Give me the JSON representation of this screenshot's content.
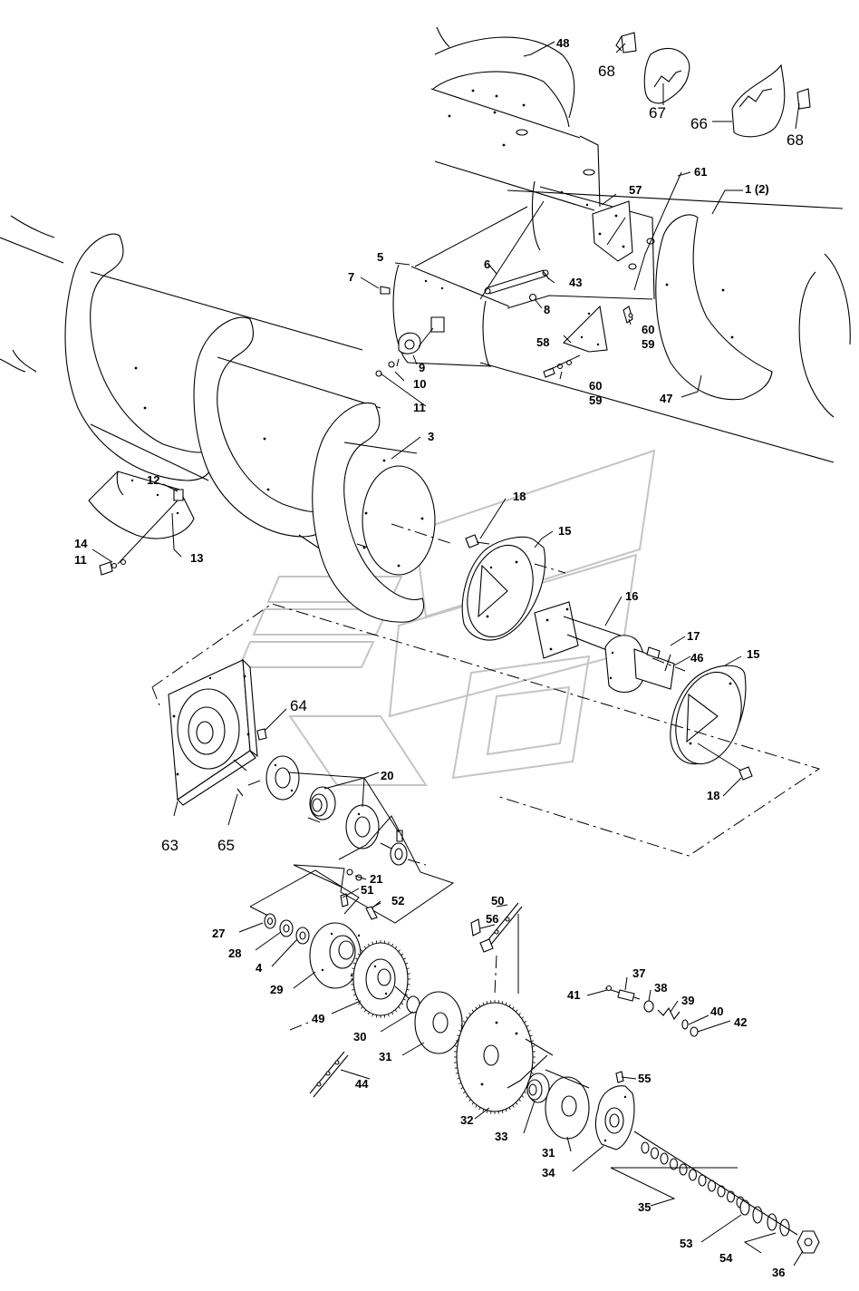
{
  "labels": {
    "l1": "1 (2)",
    "l3": "3",
    "l4": "4",
    "l5": "5",
    "l6": "6",
    "l7": "7",
    "l8": "8",
    "l9": "9",
    "l10": "10",
    "l11a": "11",
    "l11b": "11",
    "l12": "12",
    "l13": "13",
    "l14": "14",
    "l15a": "15",
    "l15b": "15",
    "l16": "16",
    "l17": "17",
    "l18a": "18",
    "l18b": "18",
    "l20": "20",
    "l21": "21",
    "l27": "27",
    "l28": "28",
    "l29": "29",
    "l30": "30",
    "l31a": "31",
    "l31b": "31",
    "l32": "32",
    "l33": "33",
    "l34": "34",
    "l35": "35",
    "l36": "36",
    "l37": "37",
    "l38": "38",
    "l39": "39",
    "l40": "40",
    "l41": "41",
    "l42": "42",
    "l43": "43",
    "l44": "44",
    "l46": "46",
    "l47": "47",
    "l48": "48",
    "l49": "49",
    "l50": "50",
    "l51": "51",
    "l52": "52",
    "l53": "53",
    "l54": "54",
    "l55": "55",
    "l56": "56",
    "l57": "57",
    "l58": "58",
    "l59a": "59",
    "l59b": "59",
    "l60a": "60",
    "l60b": "60",
    "l61": "61",
    "l63": "63",
    "l64": "64",
    "l65": "65",
    "l66": "66",
    "l67": "67",
    "l68a": "68",
    "l68b": "68"
  },
  "colors": {
    "line": "#000000",
    "background": "#ffffff",
    "watermark": "#c4c4c4"
  }
}
